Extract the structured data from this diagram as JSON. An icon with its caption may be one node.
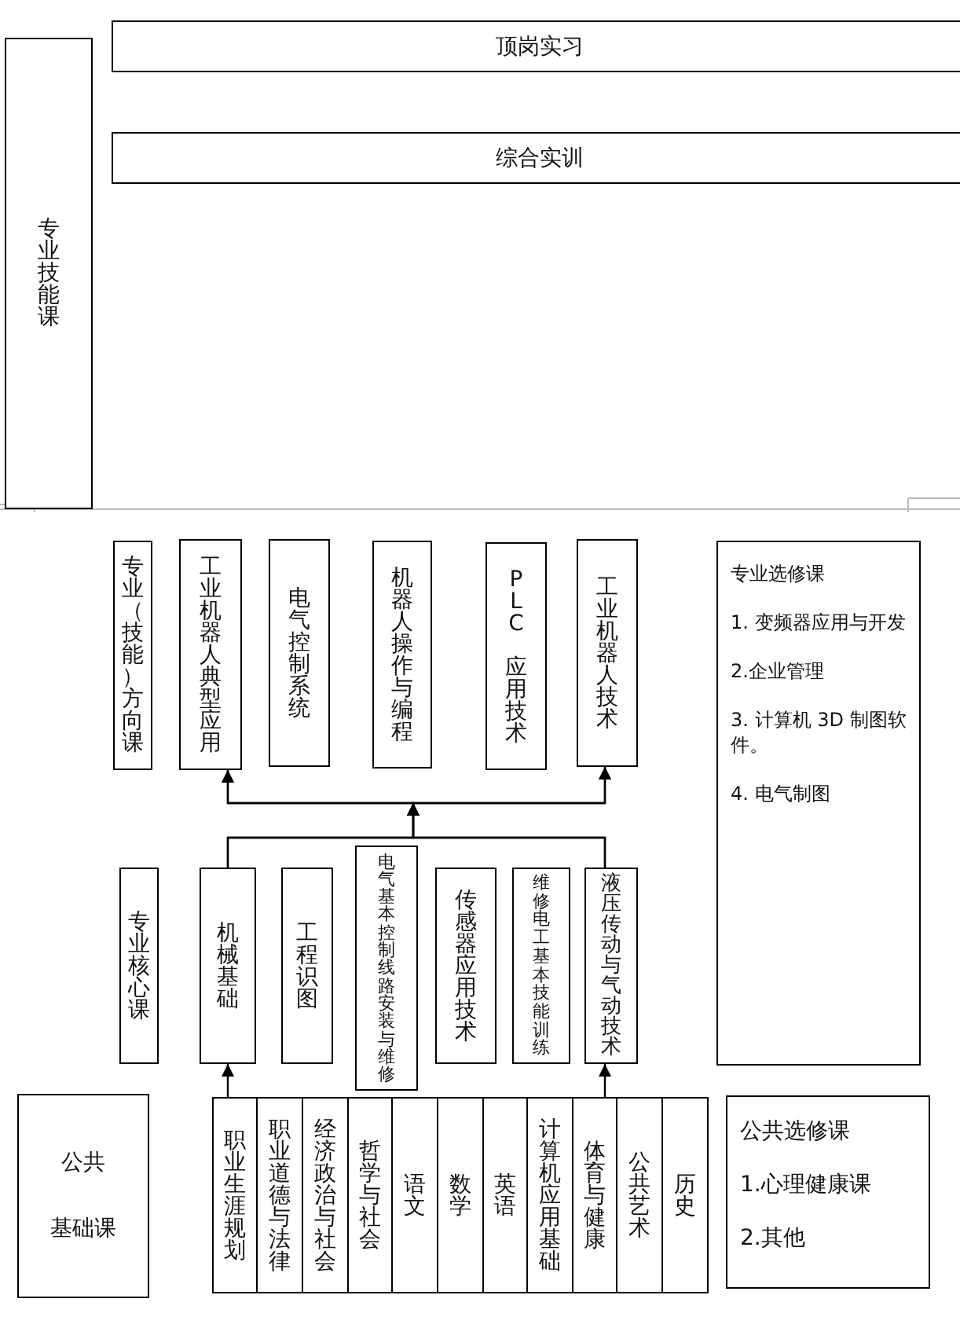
{
  "diagram": {
    "nodes": [
      {
        "text": [
          "专业技能课"
        ]
      },
      {
        "text": [
          "顶岗实习"
        ]
      },
      {
        "text": [
          "综合实训"
        ]
      },
      {
        "text": [
          "专业（技能）方向课"
        ]
      },
      {
        "text": [
          "工业机器人典型应用"
        ]
      },
      {
        "text": [
          "电气控制系统"
        ]
      },
      {
        "text": [
          "机器人操作与编程"
        ]
      },
      {
        "text": [
          "PLC 应用技术"
        ]
      },
      {
        "text": [
          "工业机器人技术"
        ]
      },
      {
        "text": [
          "专业选修课",
          "1. 变频器应用与开发",
          "2.企业管理",
          "3. 计算机 3D 制图软件。",
          "4. 电气制图"
        ]
      },
      {
        "text": [
          "专业核心课"
        ]
      },
      {
        "text": [
          "机械基础"
        ]
      },
      {
        "text": [
          "工程识图"
        ]
      },
      {
        "text": [
          "电气基本控制线路安装与维修"
        ]
      },
      {
        "text": [
          "传感器应用技术"
        ]
      },
      {
        "text": [
          "维修电工基本技能训练"
        ]
      },
      {
        "text": [
          "液压传动与气动技术"
        ]
      },
      {
        "text": [
          "公共",
          "基础课"
        ]
      },
      {
        "text": [
          "职业生涯规划"
        ]
      },
      {
        "text": [
          "职业道德与法律"
        ]
      },
      {
        "text": [
          "经济政治与社会"
        ]
      },
      {
        "text": [
          "哲学与社会"
        ]
      },
      {
        "text": [
          "语文"
        ]
      },
      {
        "text": [
          "数学"
        ]
      },
      {
        "text": [
          "英语"
        ]
      },
      {
        "text": [
          "计算机应用基础"
        ]
      },
      {
        "text": [
          "体育与健康"
        ]
      },
      {
        "text": [
          "公共艺术"
        ]
      },
      {
        "text": [
          "历史"
        ]
      },
      {
        "text": [
          "公共选修课",
          "1.心理健康课",
          "2.其他"
        ]
      }
    ],
    "edges": [
      {
        "from": 11,
        "to": 4,
        "arrow": "to"
      },
      {
        "from": 11,
        "to": 8,
        "arrow": "to"
      },
      {
        "from": 16,
        "to": 4,
        "arrow": "to"
      },
      {
        "from": 16,
        "to": 8,
        "arrow": "to"
      },
      {
        "from": 18,
        "to": 11,
        "arrow": "to"
      },
      {
        "from": 26,
        "to": 16,
        "arrow": "to"
      }
    ]
  }
}
